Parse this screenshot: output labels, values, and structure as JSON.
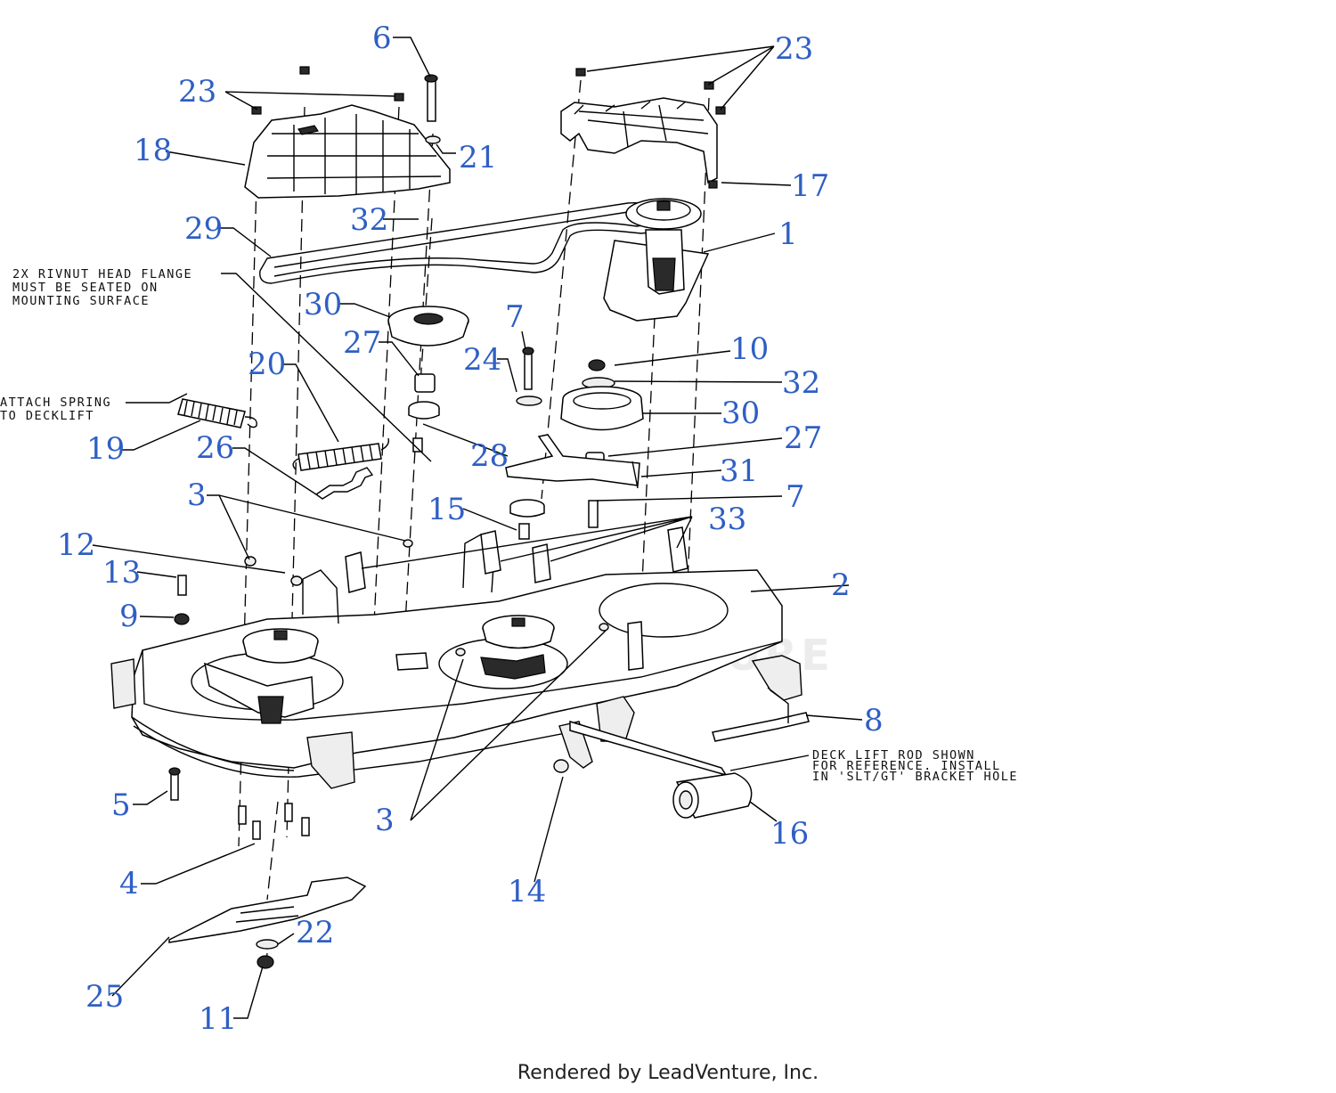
{
  "diagram": {
    "callouts": [
      {
        "id": "c1",
        "label": "1"
      },
      {
        "id": "c2",
        "label": "2"
      },
      {
        "id": "c3a",
        "label": "3"
      },
      {
        "id": "c3b",
        "label": "3"
      },
      {
        "id": "c4",
        "label": "4"
      },
      {
        "id": "c5",
        "label": "5"
      },
      {
        "id": "c6",
        "label": "6"
      },
      {
        "id": "c7a",
        "label": "7"
      },
      {
        "id": "c7b",
        "label": "7"
      },
      {
        "id": "c8",
        "label": "8"
      },
      {
        "id": "c9",
        "label": "9"
      },
      {
        "id": "c10",
        "label": "10"
      },
      {
        "id": "c11",
        "label": "11"
      },
      {
        "id": "c12",
        "label": "12"
      },
      {
        "id": "c13",
        "label": "13"
      },
      {
        "id": "c14",
        "label": "14"
      },
      {
        "id": "c15",
        "label": "15"
      },
      {
        "id": "c16",
        "label": "16"
      },
      {
        "id": "c17",
        "label": "17"
      },
      {
        "id": "c18",
        "label": "18"
      },
      {
        "id": "c19",
        "label": "19"
      },
      {
        "id": "c20",
        "label": "20"
      },
      {
        "id": "c21",
        "label": "21"
      },
      {
        "id": "c22",
        "label": "22"
      },
      {
        "id": "c23a",
        "label": "23"
      },
      {
        "id": "c23b",
        "label": "23"
      },
      {
        "id": "c24",
        "label": "24"
      },
      {
        "id": "c25",
        "label": "25"
      },
      {
        "id": "c26",
        "label": "26"
      },
      {
        "id": "c27a",
        "label": "27"
      },
      {
        "id": "c27b",
        "label": "27"
      },
      {
        "id": "c28",
        "label": "28"
      },
      {
        "id": "c29",
        "label": "29"
      },
      {
        "id": "c30a",
        "label": "30"
      },
      {
        "id": "c30b",
        "label": "30"
      },
      {
        "id": "c31",
        "label": "31"
      },
      {
        "id": "c32a",
        "label": "32"
      },
      {
        "id": "c32b",
        "label": "32"
      },
      {
        "id": "c33",
        "label": "33"
      }
    ],
    "notes": {
      "rivnut": [
        "2X RIVNUT HEAD FLANGE",
        "MUST BE SEATED ON",
        "MOUNTING SURFACE"
      ],
      "spring": [
        "ATTACH SPRING",
        "TO DECKLIFT"
      ],
      "deck_lift": [
        "DECK LIFT ROD SHOWN",
        "FOR REFERENCE. INSTALL",
        "IN 'SLT/GT' BRACKET HOLE"
      ]
    },
    "watermark": "LEADVENTURE"
  },
  "footer": {
    "credit": "Rendered by LeadVenture, Inc."
  }
}
